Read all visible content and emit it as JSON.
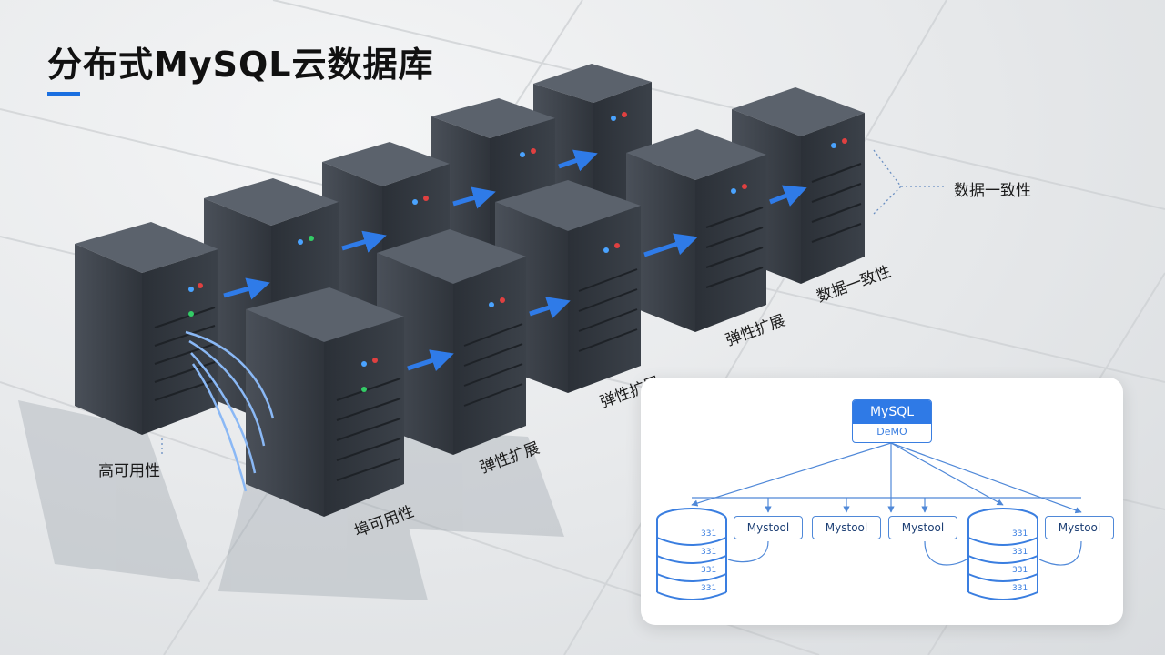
{
  "title": "分布式MySQL云数据库",
  "scene_labels": {
    "ha_main": "高可用性",
    "ha_front": "埠可用性",
    "elastic_front": "弹性扩展",
    "elastic_mid": "弹性扩展",
    "elastic_back": "弹性扩展",
    "consistency_slanted": "数据一致性",
    "consistency_right": "数据一致性"
  },
  "diagram": {
    "root_title": "MySQL",
    "root_subtitle": "DeMO",
    "nodes": [
      "Mystool",
      "Mystool",
      "Mystool",
      "Mystool"
    ],
    "db_left_labels": [
      "331",
      "331",
      "331",
      "331"
    ],
    "db_right_labels": [
      "331",
      "331",
      "331",
      "331"
    ]
  },
  "colors": {
    "accent": "#1a6fe0",
    "arrow_blue": "#2f7be8",
    "rack_dark": "#3b4048",
    "rack_top": "#5b626c"
  }
}
